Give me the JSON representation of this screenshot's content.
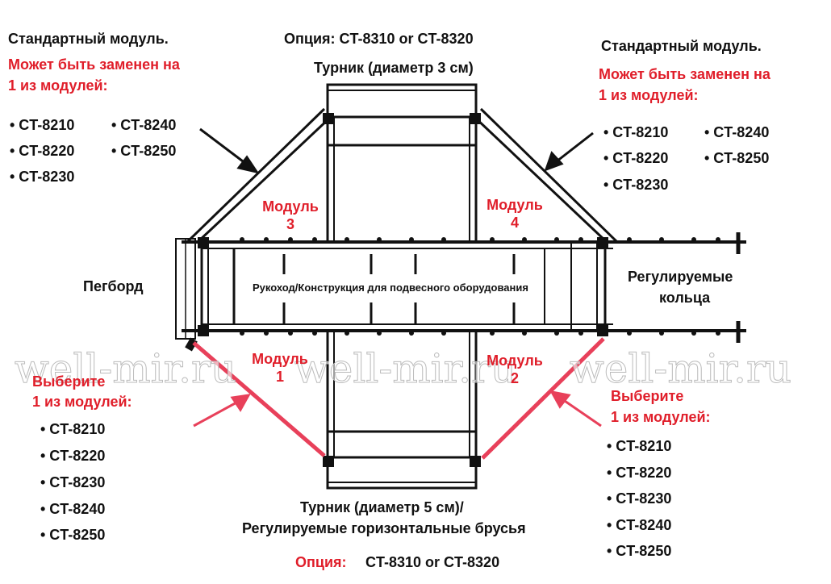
{
  "top_left": {
    "title": "Стандартный модуль.",
    "note_line1": "Может быть заменен на",
    "note_line2": "1 из модулей:",
    "items": [
      "• CT-8210",
      "• CT-8220",
      "• CT-8230",
      "• CT-8240",
      "• CT-8250"
    ]
  },
  "top_right": {
    "title": "Стандартный модуль.",
    "note_line1": "Может быть заменен на",
    "note_line2": "1 из модулей:",
    "items": [
      "• CT-8210",
      "• CT-8220",
      "• CT-8230",
      "• CT-8240",
      "• CT-8250"
    ]
  },
  "top_center": {
    "option": "Опция:  CT-8310 or CT-8320",
    "bar": "Турник (диаметр 3 см)"
  },
  "left_label": "Пегборд",
  "right_label": {
    "line1": "Регулируемые",
    "line2": "кольца"
  },
  "center_label": "Рукоход/Конструкция для подвесного оборудования",
  "modules": [
    {
      "word": "Модуль",
      "num": "3"
    },
    {
      "word": "Модуль",
      "num": "4"
    },
    {
      "word": "Модуль",
      "num": "1"
    },
    {
      "word": "Модуль",
      "num": "2"
    }
  ],
  "bottom_left": {
    "line1": "Выберите",
    "line2": "1 из модулей:",
    "items": [
      "• CT-8210",
      "• CT-8220",
      "• CT-8230",
      "• CT-8240",
      "• CT-8250"
    ]
  },
  "bottom_right": {
    "line1": "Выберите",
    "line2": "1 из модулей:",
    "items": [
      "• CT-8210",
      "• CT-8220",
      "• CT-8230",
      "• CT-8240",
      "• CT-8250"
    ]
  },
  "bottom_center": {
    "line1": "Турник (диаметр 5 см)/",
    "line2": "Регулируемые горизонтальные брусья",
    "option_label": "Опция:",
    "option_value": "CT-8310 or CT-8320"
  },
  "watermark": "well-mir.ru",
  "colors": {
    "accent": "#e01e2a",
    "highlight": "#e8405a"
  }
}
